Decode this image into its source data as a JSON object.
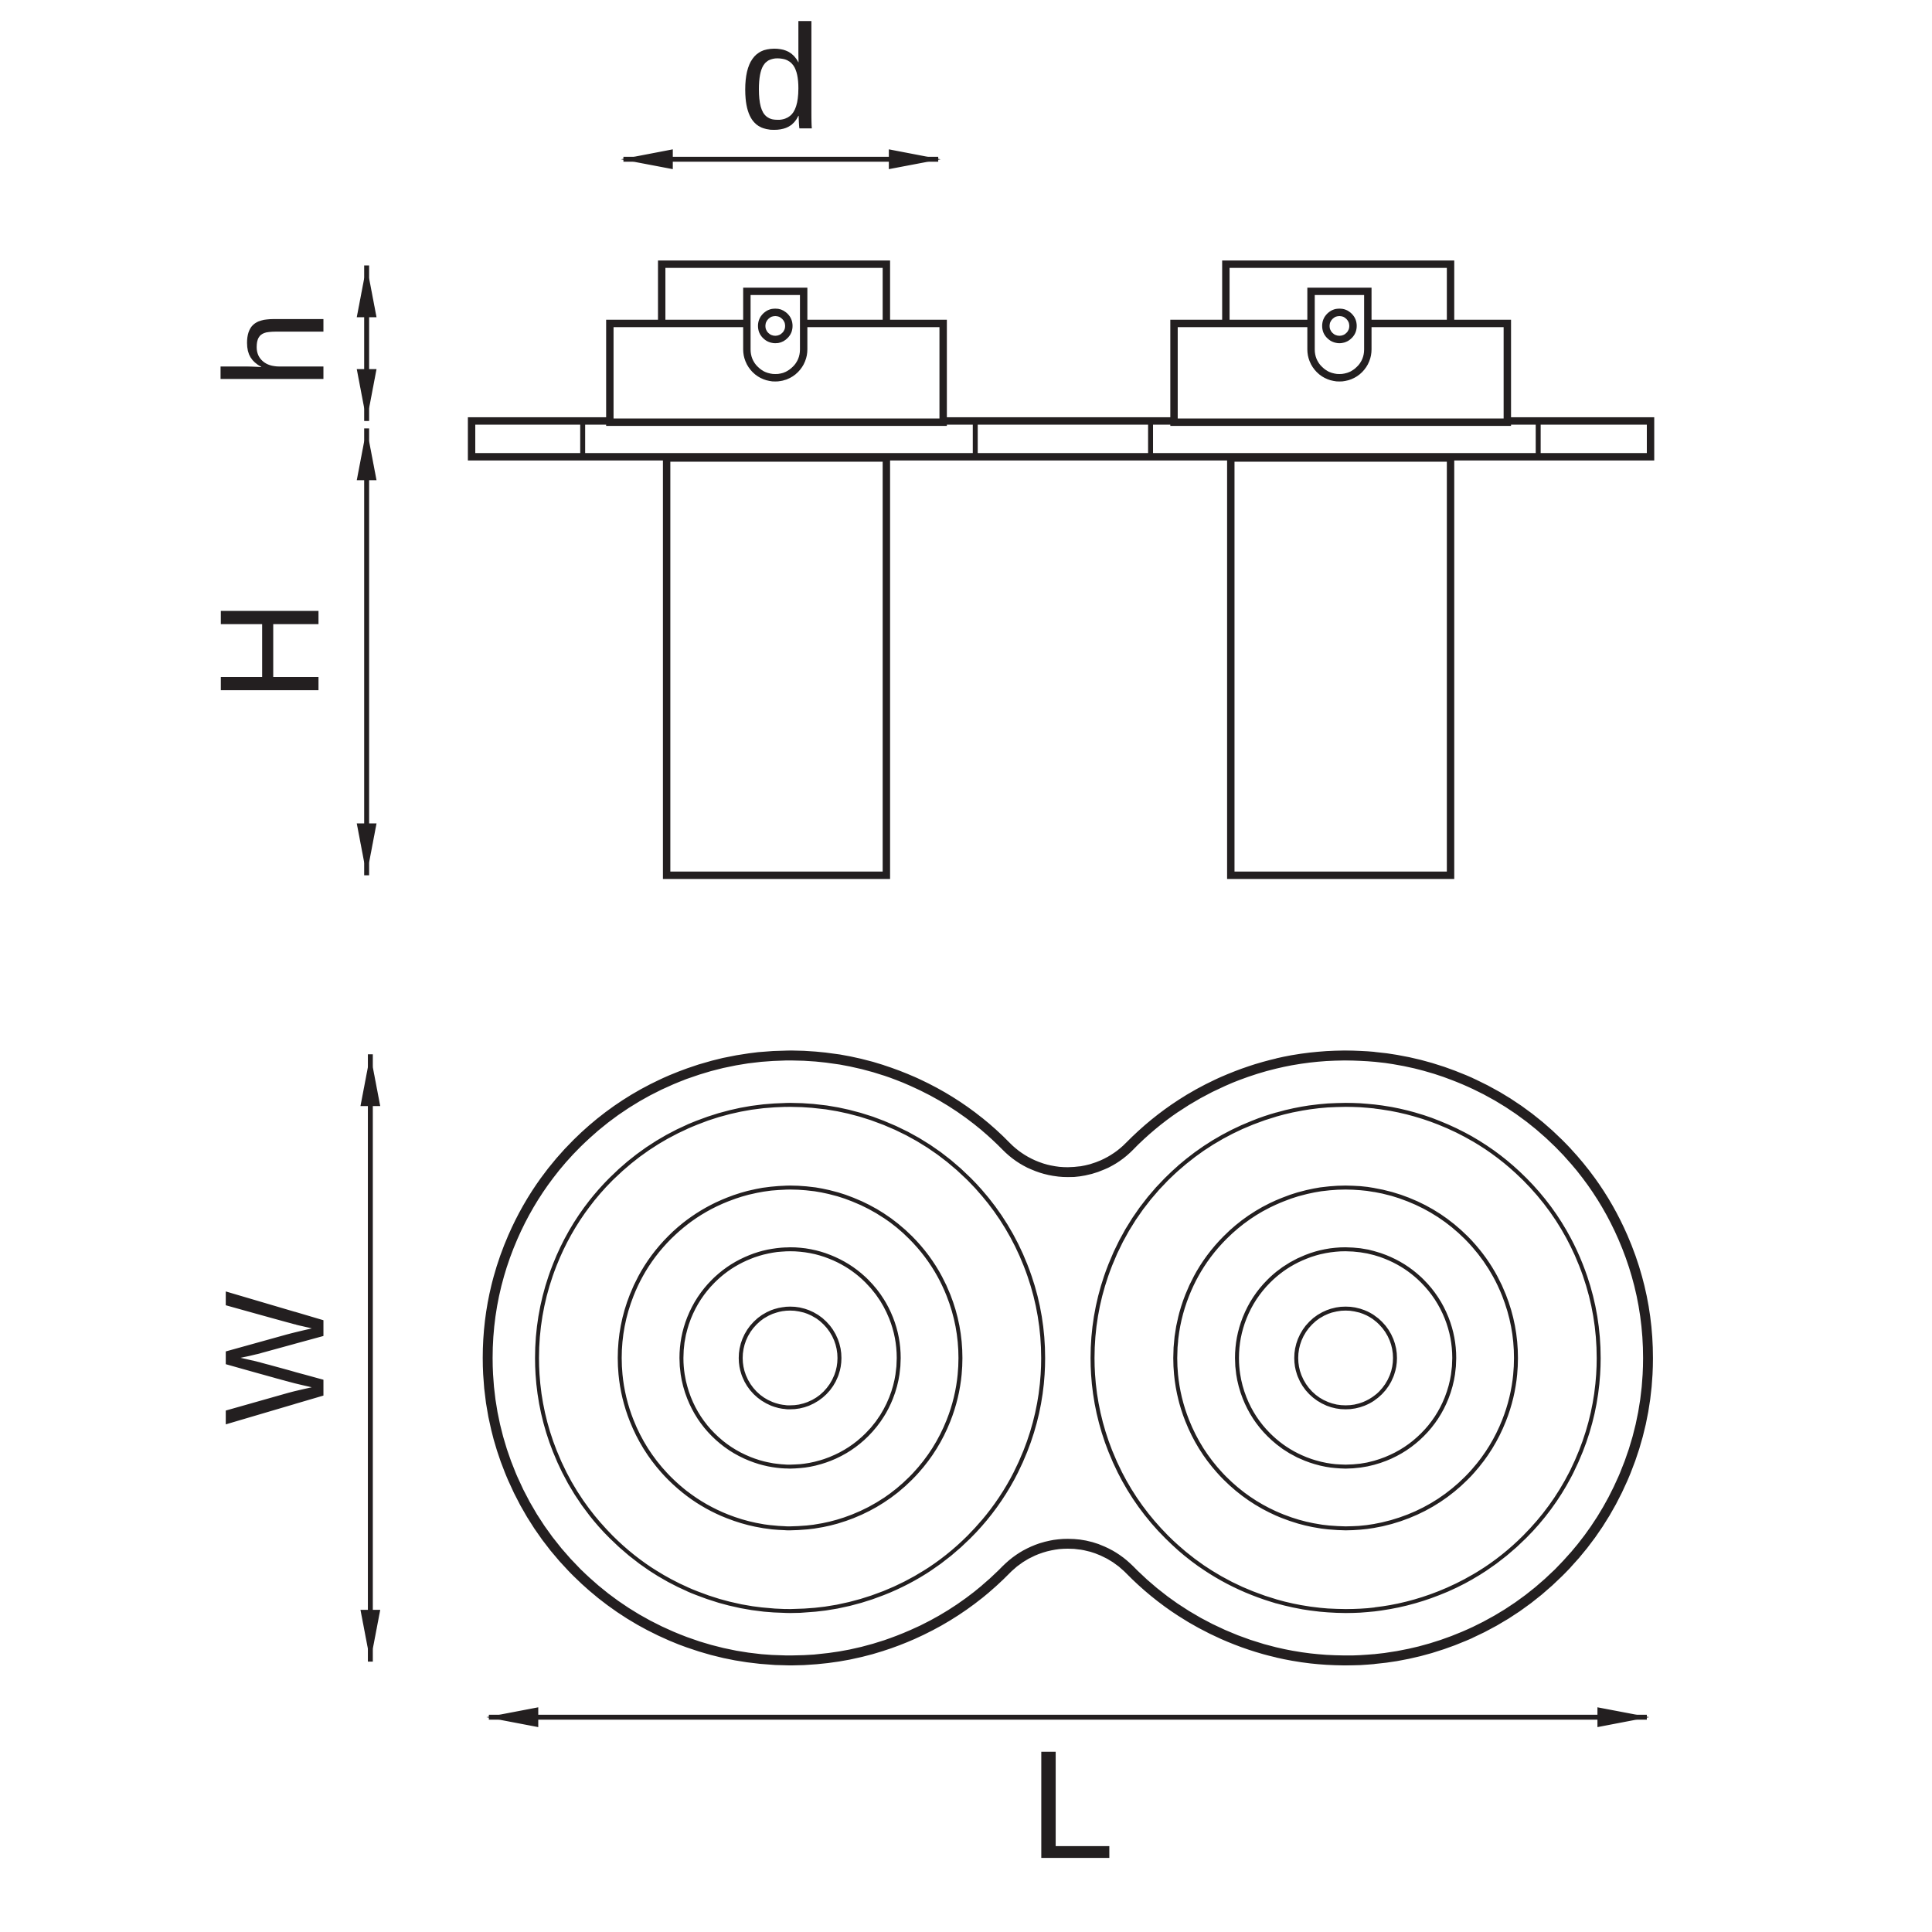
{
  "diagram": {
    "labels": {
      "d": "d",
      "h": "h",
      "H": "H",
      "W": "W",
      "L": "L"
    },
    "colors": {
      "line": "#231f20",
      "background": "#ffffff"
    }
  }
}
